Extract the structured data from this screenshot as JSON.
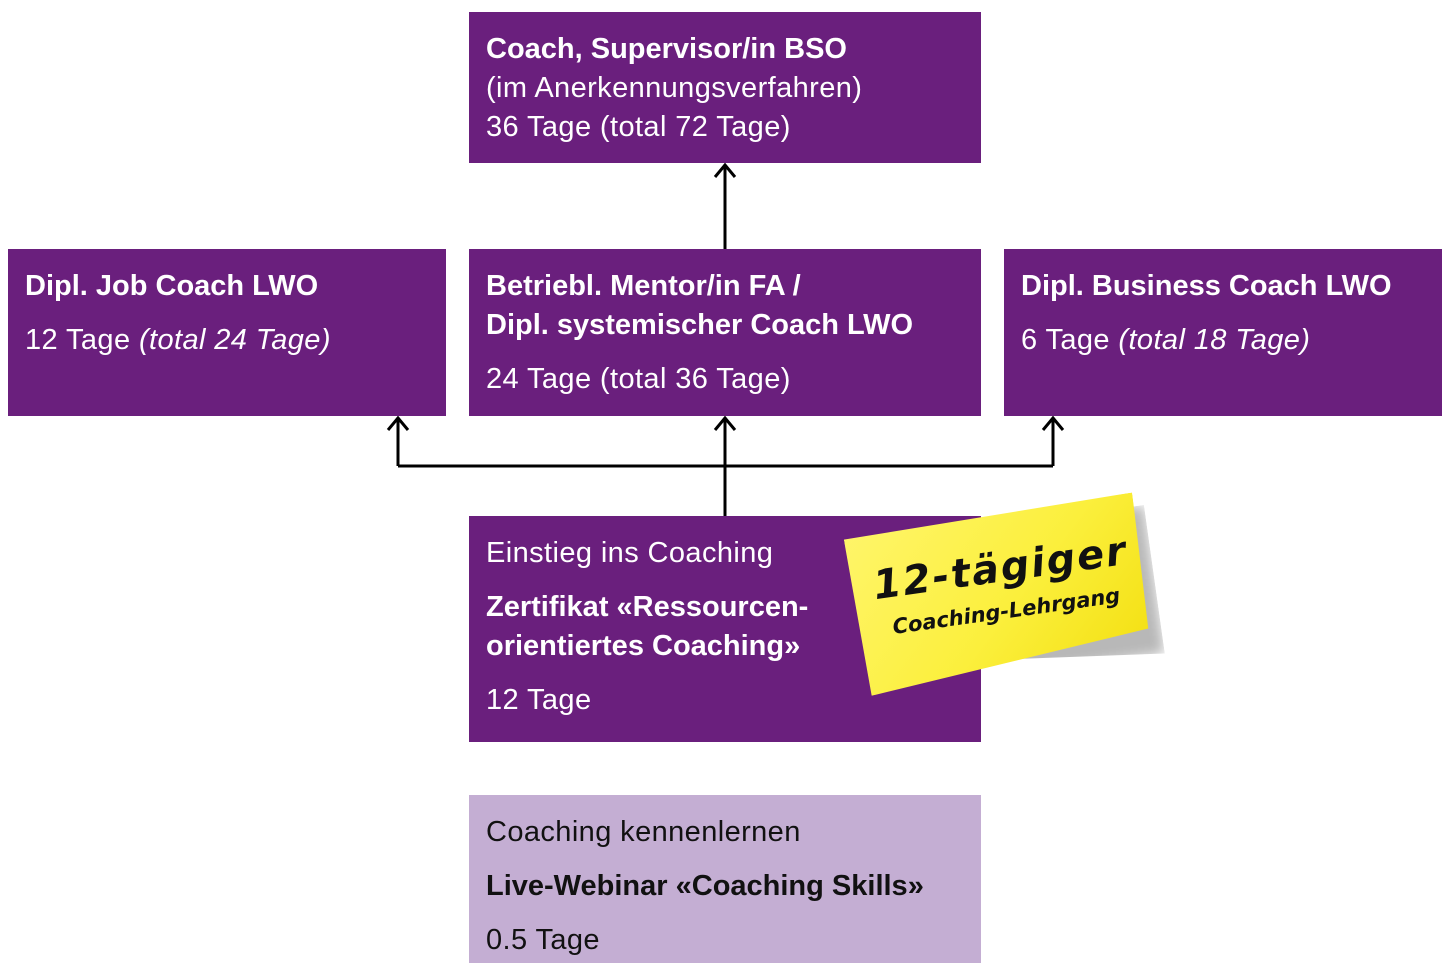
{
  "boxes": {
    "bso": {
      "title": "Coach, Supervisor/in BSO",
      "subtitle": "(im Anerkennungsverfahren)",
      "days": "36 Tage (total 72 Tage)"
    },
    "job_coach": {
      "title": "Dipl. Job Coach LWO",
      "days": "12 Tage",
      "total": "(total 24 Tage)"
    },
    "mentor": {
      "title_line1": "Betriebl. Mentor/in FA /",
      "title_line2": "Dipl. systemischer Coach LWO",
      "days": "24 Tage (total 36 Tage)"
    },
    "business_coach": {
      "title": "Dipl. Business Coach LWO",
      "days": "6 Tage",
      "total": "(total 18 Tage)"
    },
    "einstieg": {
      "heading": "Einstieg ins Coaching",
      "title_line1": "Zertifikat «Ressourcen-",
      "title_line2": "orientiertes Coaching»",
      "days": "12 Tage"
    },
    "webinar": {
      "heading": "Coaching kennenlernen",
      "title": "Live-Webinar «Coaching Skills»",
      "days": "0.5 Tage"
    }
  },
  "sticky_note": {
    "title": "12-tägiger",
    "subtitle": "Coaching-Lehrgang"
  },
  "colors": {
    "box_dark": "#6a1f7d",
    "box_light": "#c4aed3",
    "sticky": "#fbef3c",
    "line": "#000000"
  }
}
